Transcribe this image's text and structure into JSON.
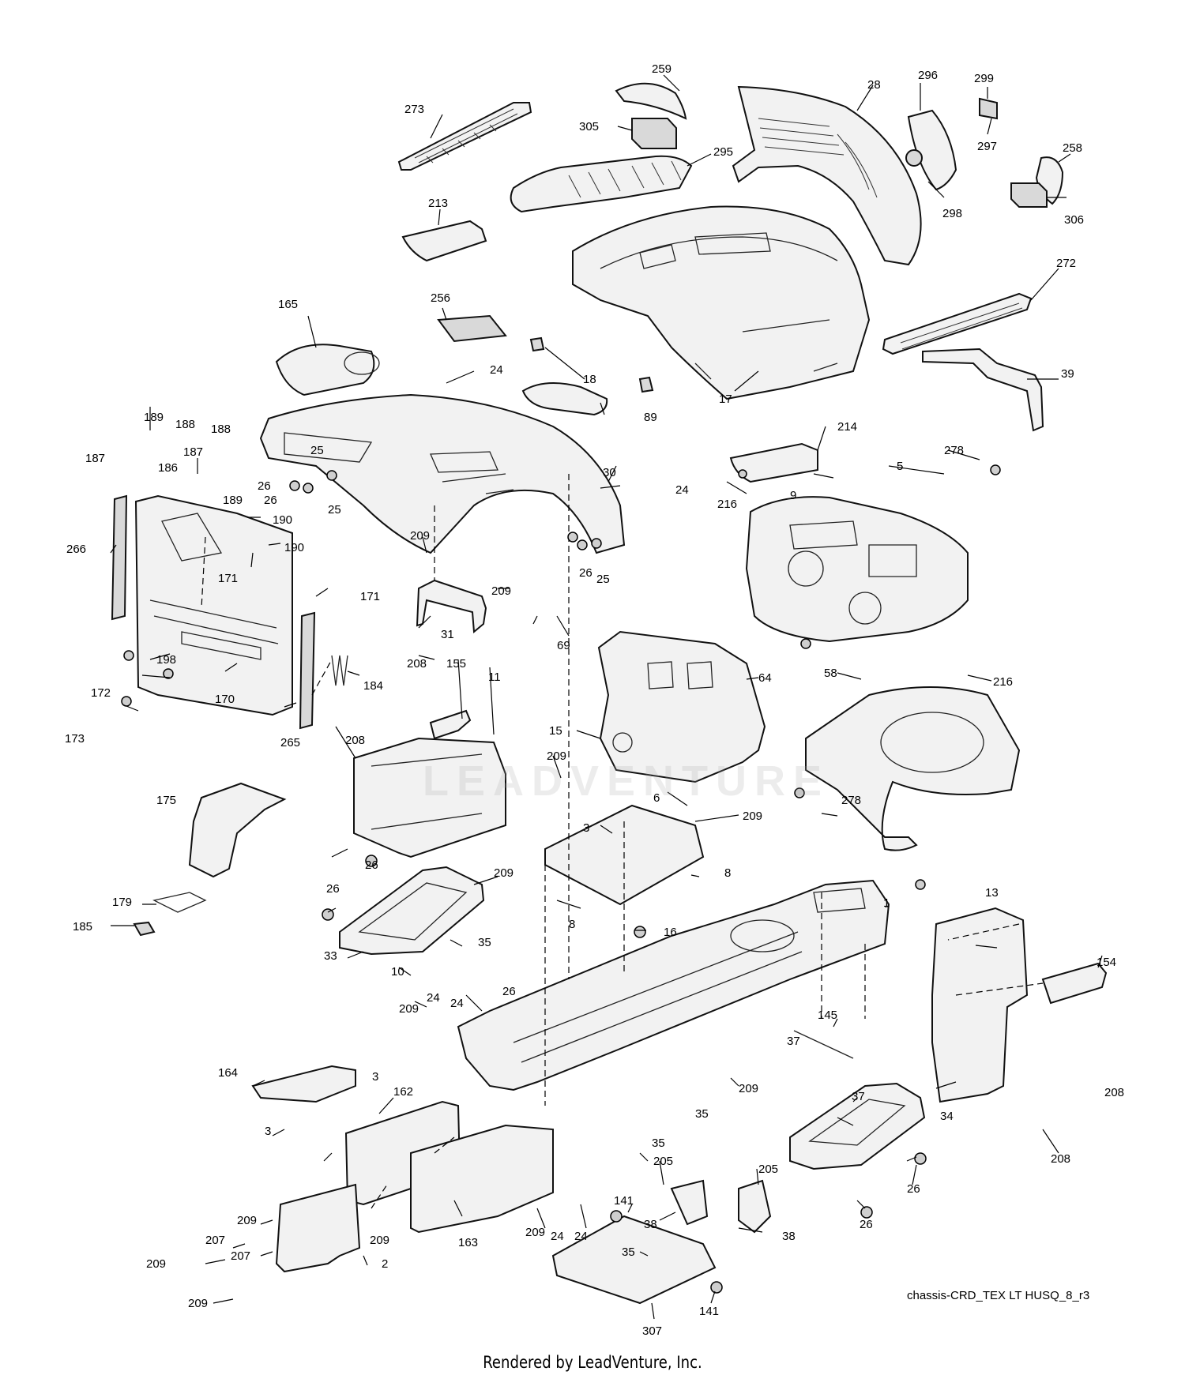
{
  "diagram": {
    "id_text": "chassis-CRD_TEX LT HUSQ_8_r3",
    "credit": "Rendered by LeadVenture, Inc.",
    "watermark": "LEADVENTURE"
  },
  "callouts": [
    {
      "id": "c259",
      "text": "259"
    },
    {
      "id": "c273",
      "text": "273"
    },
    {
      "id": "c305",
      "text": "305"
    },
    {
      "id": "c28",
      "text": "28"
    },
    {
      "id": "c296",
      "text": "296"
    },
    {
      "id": "c299",
      "text": "299"
    },
    {
      "id": "c297",
      "text": "297"
    },
    {
      "id": "c295",
      "text": "295"
    },
    {
      "id": "c258",
      "text": "258"
    },
    {
      "id": "c298",
      "text": "298"
    },
    {
      "id": "c306",
      "text": "306"
    },
    {
      "id": "c213",
      "text": "213"
    },
    {
      "id": "c272",
      "text": "272"
    },
    {
      "id": "c165",
      "text": "165"
    },
    {
      "id": "c256",
      "text": "256"
    },
    {
      "id": "c24a",
      "text": "24"
    },
    {
      "id": "c18",
      "text": "18"
    },
    {
      "id": "c39",
      "text": "39"
    },
    {
      "id": "c89",
      "text": "89"
    },
    {
      "id": "c17",
      "text": "17"
    },
    {
      "id": "c189a",
      "text": "189"
    },
    {
      "id": "c188a",
      "text": "188"
    },
    {
      "id": "c188b",
      "text": "188"
    },
    {
      "id": "c187a",
      "text": "187"
    },
    {
      "id": "c187b",
      "text": "187"
    },
    {
      "id": "c186",
      "text": "186"
    },
    {
      "id": "c189b",
      "text": "189"
    },
    {
      "id": "c25a",
      "text": "25"
    },
    {
      "id": "c26a",
      "text": "26"
    },
    {
      "id": "c26b",
      "text": "26"
    },
    {
      "id": "c25b",
      "text": "25"
    },
    {
      "id": "c214",
      "text": "214"
    },
    {
      "id": "c278a",
      "text": "278"
    },
    {
      "id": "c5",
      "text": "5"
    },
    {
      "id": "c30",
      "text": "30"
    },
    {
      "id": "c24b",
      "text": "24"
    },
    {
      "id": "c216a",
      "text": "216"
    },
    {
      "id": "c9",
      "text": "9"
    },
    {
      "id": "c190a",
      "text": "190"
    },
    {
      "id": "c190b",
      "text": "190"
    },
    {
      "id": "c266",
      "text": "266"
    },
    {
      "id": "c209a",
      "text": "209"
    },
    {
      "id": "c171a",
      "text": "171"
    },
    {
      "id": "c171b",
      "text": "171"
    },
    {
      "id": "c26c",
      "text": "26"
    },
    {
      "id": "c25c",
      "text": "25"
    },
    {
      "id": "c209b",
      "text": "209"
    },
    {
      "id": "c31",
      "text": "31"
    },
    {
      "id": "c69",
      "text": "69"
    },
    {
      "id": "c198",
      "text": "198"
    },
    {
      "id": "c172",
      "text": "172"
    },
    {
      "id": "c173",
      "text": "173"
    },
    {
      "id": "c170",
      "text": "170"
    },
    {
      "id": "c265",
      "text": "265"
    },
    {
      "id": "c184",
      "text": "184"
    },
    {
      "id": "c208a",
      "text": "208"
    },
    {
      "id": "c155",
      "text": "155"
    },
    {
      "id": "c11",
      "text": "11"
    },
    {
      "id": "c64",
      "text": "64"
    },
    {
      "id": "c216b",
      "text": "216"
    },
    {
      "id": "c58",
      "text": "58"
    },
    {
      "id": "c15",
      "text": "15"
    },
    {
      "id": "c208b",
      "text": "208"
    },
    {
      "id": "c209c",
      "text": "209"
    },
    {
      "id": "c175",
      "text": "175"
    },
    {
      "id": "c6",
      "text": "6"
    },
    {
      "id": "c209d",
      "text": "209"
    },
    {
      "id": "c278b",
      "text": "278"
    },
    {
      "id": "c3a",
      "text": "3"
    },
    {
      "id": "c26d",
      "text": "26"
    },
    {
      "id": "c209e",
      "text": "209"
    },
    {
      "id": "c8a",
      "text": "8"
    },
    {
      "id": "c26e",
      "text": "26"
    },
    {
      "id": "c179",
      "text": "179"
    },
    {
      "id": "c8b",
      "text": "8"
    },
    {
      "id": "c1",
      "text": "1"
    },
    {
      "id": "c185",
      "text": "185"
    },
    {
      "id": "c35a",
      "text": "35"
    },
    {
      "id": "c16",
      "text": "16"
    },
    {
      "id": "c33",
      "text": "33"
    },
    {
      "id": "c10",
      "text": "10"
    },
    {
      "id": "c13",
      "text": "13"
    },
    {
      "id": "c154",
      "text": "154"
    },
    {
      "id": "c24c",
      "text": "24"
    },
    {
      "id": "c26f",
      "text": "26"
    },
    {
      "id": "c209f",
      "text": "209"
    },
    {
      "id": "c24d",
      "text": "24"
    },
    {
      "id": "c145",
      "text": "145"
    },
    {
      "id": "c37a",
      "text": "37"
    },
    {
      "id": "c164",
      "text": "164"
    },
    {
      "id": "c3b",
      "text": "3"
    },
    {
      "id": "c162",
      "text": "162"
    },
    {
      "id": "c209g",
      "text": "209"
    },
    {
      "id": "c208c",
      "text": "208"
    },
    {
      "id": "c37b",
      "text": "37"
    },
    {
      "id": "c3c",
      "text": "3"
    },
    {
      "id": "c35b",
      "text": "35"
    },
    {
      "id": "c34",
      "text": "34"
    },
    {
      "id": "c35c",
      "text": "35"
    },
    {
      "id": "c208d",
      "text": "208"
    },
    {
      "id": "c205a",
      "text": "205"
    },
    {
      "id": "c205b",
      "text": "205"
    },
    {
      "id": "c26g",
      "text": "26"
    },
    {
      "id": "c209h",
      "text": "209"
    },
    {
      "id": "c141a",
      "text": "141"
    },
    {
      "id": "c38a",
      "text": "38"
    },
    {
      "id": "c26h",
      "text": "26"
    },
    {
      "id": "c207a",
      "text": "207"
    },
    {
      "id": "c209i",
      "text": "209"
    },
    {
      "id": "c207b",
      "text": "207"
    },
    {
      "id": "c209j",
      "text": "209"
    },
    {
      "id": "c2",
      "text": "2"
    },
    {
      "id": "c163",
      "text": "163"
    },
    {
      "id": "c209k",
      "text": "209"
    },
    {
      "id": "c24e",
      "text": "24"
    },
    {
      "id": "c24f",
      "text": "24"
    },
    {
      "id": "c38b",
      "text": "38"
    },
    {
      "id": "c209l",
      "text": "209"
    },
    {
      "id": "c35d",
      "text": "35"
    },
    {
      "id": "c141b",
      "text": "141"
    },
    {
      "id": "c307",
      "text": "307"
    }
  ]
}
